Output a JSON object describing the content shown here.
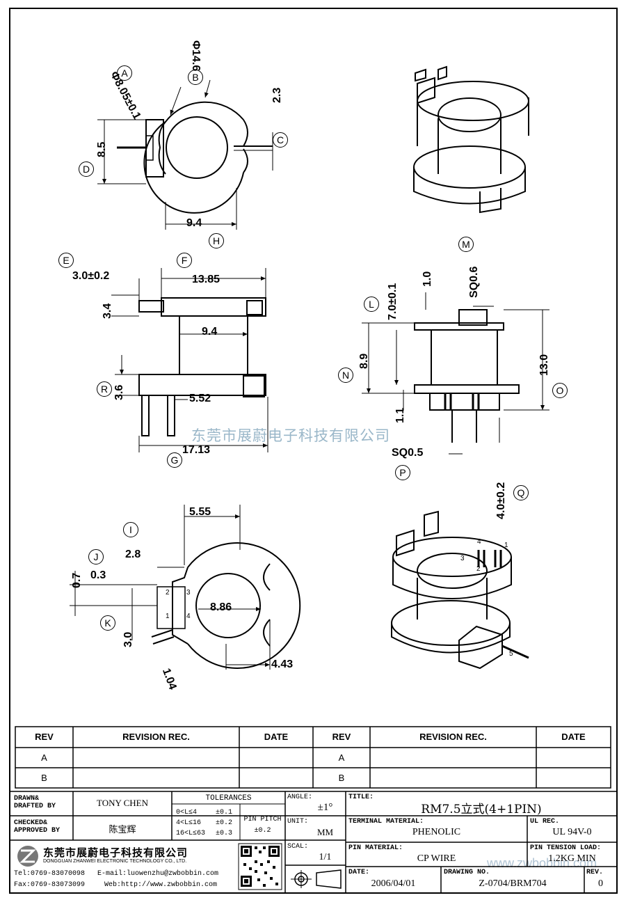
{
  "drawing": {
    "dims": {
      "A": "A",
      "B": "B",
      "C": "C",
      "D": "D",
      "E": "E",
      "F": "F",
      "G": "G",
      "H": "H",
      "I": "I",
      "J": "J",
      "K": "K",
      "L": "L",
      "M": "M",
      "N": "N",
      "O": "O",
      "P": "P",
      "Q": "Q",
      "R": "R",
      "phi805": "Φ8.05±0.1",
      "phi146": "Φ14.6",
      "d23": "2.3",
      "d85": "8.5",
      "d94": "9.4",
      "d30": "3.0±0.2",
      "d1385": "13.85",
      "d34": "3.4",
      "d94b": "9.4",
      "d36": "3.6",
      "d552": "5.52",
      "d1713": "17.13",
      "d70": "7.0±0.1",
      "d10": "1.0",
      "sq06": "SQ0.6",
      "d89": "8.9",
      "d130": "13.0",
      "d11": "1.1",
      "sq05": "SQ0.5",
      "d40": "4.0±0.2",
      "d555": "5.55",
      "d28": "2.8",
      "d07": "0.7",
      "d03": "0.3",
      "d886": "8.86",
      "d30b": "3.0",
      "d443": "4.43",
      "d104": "1.04",
      "p1": "1",
      "p2": "2",
      "p3": "3",
      "p4": "4",
      "p5": "5"
    },
    "watermark": "东莞市展蔚电子科技有限公司",
    "watermark2": "www.zwbobbin.com"
  },
  "revision_table": {
    "headers": [
      "REV",
      "REVISION REC.",
      "DATE",
      "REV",
      "REVISION REC.",
      "DATE"
    ],
    "rows": [
      [
        "A",
        "",
        "",
        "A",
        "",
        ""
      ],
      [
        "B",
        "",
        "",
        "B",
        "",
        ""
      ]
    ]
  },
  "title_block": {
    "drawn_label": "DRAWN&\nDRAFTED BY",
    "drawn_value": "TONY CHEN",
    "checked_label": "CHECKED&\nAPPROVED BY",
    "checked_value": "陈宝辉",
    "tolerances_label": "TOLERANCES",
    "tol_rows": [
      "0<L≤4",
      "4<L≤16",
      "16<L≤63"
    ],
    "tol_vals": [
      "±0.1",
      "±0.2",
      "±0.3"
    ],
    "pin_pitch_label": "PIN PITCH",
    "pin_pitch_value": "±0.2",
    "angle_label": "ANGLE:",
    "angle_value": "±1°",
    "unit_label": "UNIT:",
    "unit_value": "MM",
    "scale_label": "SCAL:",
    "scale_value": "1/1",
    "title_label": "TITLE:",
    "title_value": "RM7.5立式(4+1PIN)",
    "terminal_label": "TERMINAL MATERIAL:",
    "terminal_value": "PHENOLIC",
    "ul_label": "UL REC.",
    "ul_value": "UL 94V-0",
    "pin_material_label": "PIN MATERIAL:",
    "pin_material_value": "CP WIRE",
    "tension_label": "PIN TENSION LOAD:",
    "tension_value": "1.2KG MIN",
    "date_label": "DATE:",
    "date_value": "2006/04/01",
    "drawing_no_label": "DRAWING NO.",
    "drawing_no_value": "Z-0704/BRM704",
    "rev_label": "REV.",
    "rev_value": "0",
    "company_cn": "东莞市展蔚电子科技有限公司",
    "company_en": "DONGGUAN ZHANWEI ELECTRONIC TECHNOLOGY CO., LTD.",
    "tel": "Tel:0769-83070098",
    "email": "E-mail:luowenzhu@zwbobbin.com",
    "fax": "Fax:0769-83073099",
    "web": "Web:http://www.zwbobbin.com",
    "logo": "ZW"
  }
}
